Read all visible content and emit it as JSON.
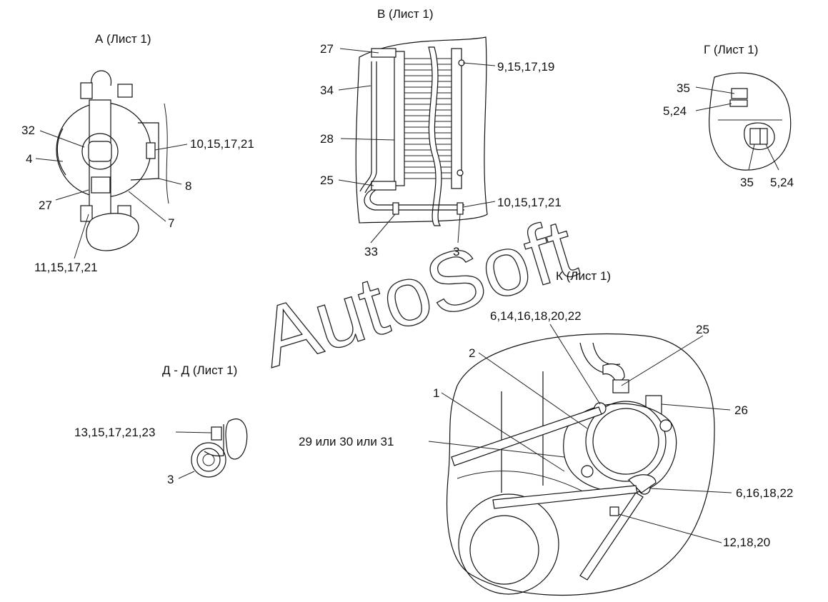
{
  "views": {
    "a": "А (Лист 1)",
    "v": "В (Лист 1)",
    "g": "Г (Лист 1)",
    "d": "Д - Д (Лист 1)",
    "k": "К (Лист 1)"
  },
  "labels": {
    "a_32": "32",
    "a_4": "4",
    "a_27": "27",
    "a_10": "10,15,17,21",
    "a_8": "8",
    "a_7": "7",
    "a_11": "11,15,17,21",
    "v_27": "27",
    "v_34": "34",
    "v_28": "28",
    "v_25": "25",
    "v_9": "9,15,17,19",
    "v_10": "10,15,17,21",
    "v_33": "33",
    "v_3": "3",
    "g_35a": "35",
    "g_5a": "5,24",
    "g_35b": "35",
    "g_5b": "5,24",
    "d_13": "13,15,17,21,23",
    "d_3": "3",
    "k_6a": "6,14,16,18,20,22",
    "k_25": "25",
    "k_2": "2",
    "k_1": "1",
    "k_26": "26",
    "k_29": "29 или 30 или 31",
    "k_6b": "6,16,18,22",
    "k_12": "12,18,20"
  },
  "watermark": "AutoSoft"
}
